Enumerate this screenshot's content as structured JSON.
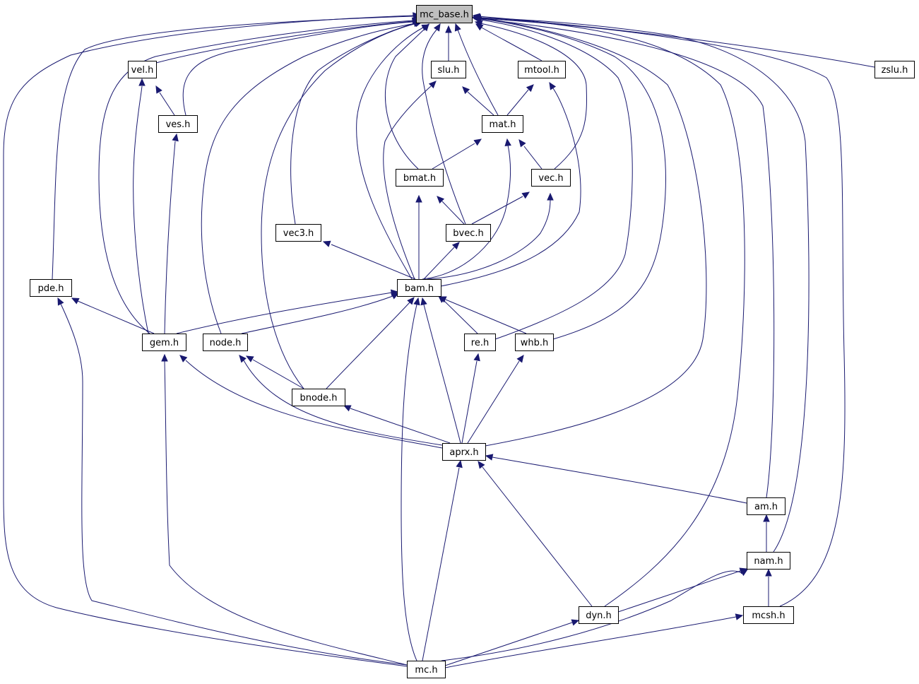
{
  "diagram": {
    "root": "mc_base.h",
    "nodes": {
      "mc_base": "mc_base.h",
      "vel": "vel.h",
      "slu": "slu.h",
      "mtool": "mtool.h",
      "zslu": "zslu.h",
      "ves": "ves.h",
      "mat": "mat.h",
      "bmat": "bmat.h",
      "vec": "vec.h",
      "vec3": "vec3.h",
      "bvec": "bvec.h",
      "pde": "pde.h",
      "bam": "bam.h",
      "gem": "gem.h",
      "node": "node.h",
      "re": "re.h",
      "whb": "whb.h",
      "bnode": "bnode.h",
      "aprx": "aprx.h",
      "am": "am.h",
      "nam": "nam.h",
      "dyn": "dyn.h",
      "mcsh": "mcsh.h",
      "mc": "mc.h"
    },
    "edges": [
      [
        "vel",
        "mc_base"
      ],
      [
        "slu",
        "mc_base"
      ],
      [
        "mtool",
        "mc_base"
      ],
      [
        "zslu",
        "mc_base"
      ],
      [
        "ves",
        "mc_base"
      ],
      [
        "ves",
        "vel"
      ],
      [
        "mat",
        "mc_base"
      ],
      [
        "mat",
        "slu"
      ],
      [
        "mat",
        "mtool"
      ],
      [
        "bmat",
        "mc_base"
      ],
      [
        "bmat",
        "mat"
      ],
      [
        "vec",
        "mc_base"
      ],
      [
        "vec",
        "mat"
      ],
      [
        "vec3",
        "mc_base"
      ],
      [
        "bvec",
        "mc_base"
      ],
      [
        "bvec",
        "bmat"
      ],
      [
        "bvec",
        "vec"
      ],
      [
        "pde",
        "mc_base"
      ],
      [
        "bam",
        "mc_base"
      ],
      [
        "bam",
        "slu"
      ],
      [
        "bam",
        "mtool"
      ],
      [
        "bam",
        "mat"
      ],
      [
        "bam",
        "bmat"
      ],
      [
        "bam",
        "vec"
      ],
      [
        "bam",
        "vec3"
      ],
      [
        "bam",
        "bvec"
      ],
      [
        "gem",
        "mc_base"
      ],
      [
        "gem",
        "vel"
      ],
      [
        "gem",
        "ves"
      ],
      [
        "gem",
        "pde"
      ],
      [
        "gem",
        "bam"
      ],
      [
        "node",
        "mc_base"
      ],
      [
        "node",
        "bam"
      ],
      [
        "re",
        "mc_base"
      ],
      [
        "re",
        "bam"
      ],
      [
        "whb",
        "mc_base"
      ],
      [
        "whb",
        "bam"
      ],
      [
        "bnode",
        "mc_base"
      ],
      [
        "bnode",
        "bam"
      ],
      [
        "bnode",
        "node"
      ],
      [
        "aprx",
        "mc_base"
      ],
      [
        "aprx",
        "bam"
      ],
      [
        "aprx",
        "gem"
      ],
      [
        "aprx",
        "node"
      ],
      [
        "aprx",
        "re"
      ],
      [
        "aprx",
        "whb"
      ],
      [
        "aprx",
        "bnode"
      ],
      [
        "am",
        "mc_base"
      ],
      [
        "am",
        "aprx"
      ],
      [
        "nam",
        "mc_base"
      ],
      [
        "nam",
        "am"
      ],
      [
        "dyn",
        "mc_base"
      ],
      [
        "dyn",
        "aprx"
      ],
      [
        "dyn",
        "nam"
      ],
      [
        "mcsh",
        "mc_base"
      ],
      [
        "mcsh",
        "nam"
      ],
      [
        "mc",
        "mc_base"
      ],
      [
        "mc",
        "pde"
      ],
      [
        "mc",
        "gem"
      ],
      [
        "mc",
        "bam"
      ],
      [
        "mc",
        "aprx"
      ],
      [
        "mc",
        "dyn"
      ],
      [
        "mc",
        "nam"
      ],
      [
        "mc",
        "mcsh"
      ]
    ]
  },
  "colors": {
    "edge": "#191970",
    "root_fill": "#bfbfbf",
    "node_fill": "#ffffff",
    "node_border": "#000000"
  }
}
